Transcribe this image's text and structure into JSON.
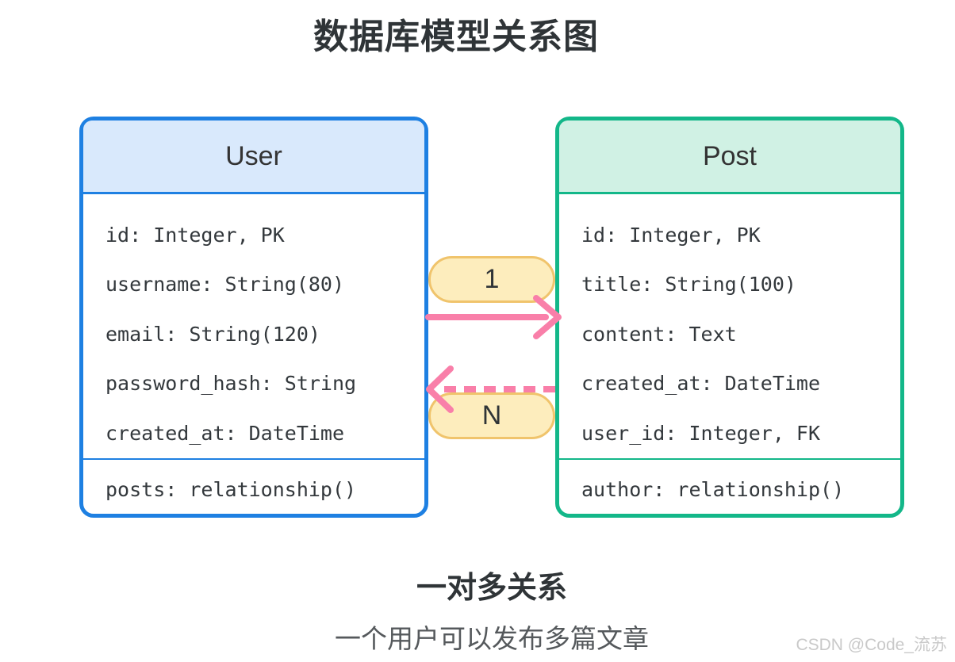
{
  "page": {
    "title": "数据库模型关系图",
    "watermark": "CSDN @Code_流苏"
  },
  "entities": [
    {
      "name": "User",
      "fields": [
        "id: Integer, PK",
        "username: String(80)",
        "email: String(120)",
        "password_hash: String",
        "created_at: DateTime"
      ],
      "relationship": "posts: relationship()",
      "border_color": "#1e80e2",
      "header_bg": "#d9e9fc"
    },
    {
      "name": "Post",
      "fields": [
        "id: Integer, PK",
        "title: String(100)",
        "content: Text",
        "created_at: DateTime",
        "user_id: Integer, FK"
      ],
      "relationship": "author: relationship()",
      "border_color": "#13b789",
      "header_bg": "#d0f1e4"
    }
  ],
  "relation": {
    "type": "one-to-many",
    "one_label": "1",
    "many_label": "N",
    "arrow_color": "#f97fa9",
    "pill_bg": "#fdedbd",
    "pill_border": "#f0c46c"
  },
  "caption": {
    "title": "一对多关系",
    "subtitle": "一个用户可以发布多篇文章"
  },
  "colors": {
    "title_text": "#2f3437",
    "field_text": "#33383c",
    "subtitle_text": "#55595c",
    "watermark_text": "#c9c9c9",
    "background": "#ffffff"
  }
}
